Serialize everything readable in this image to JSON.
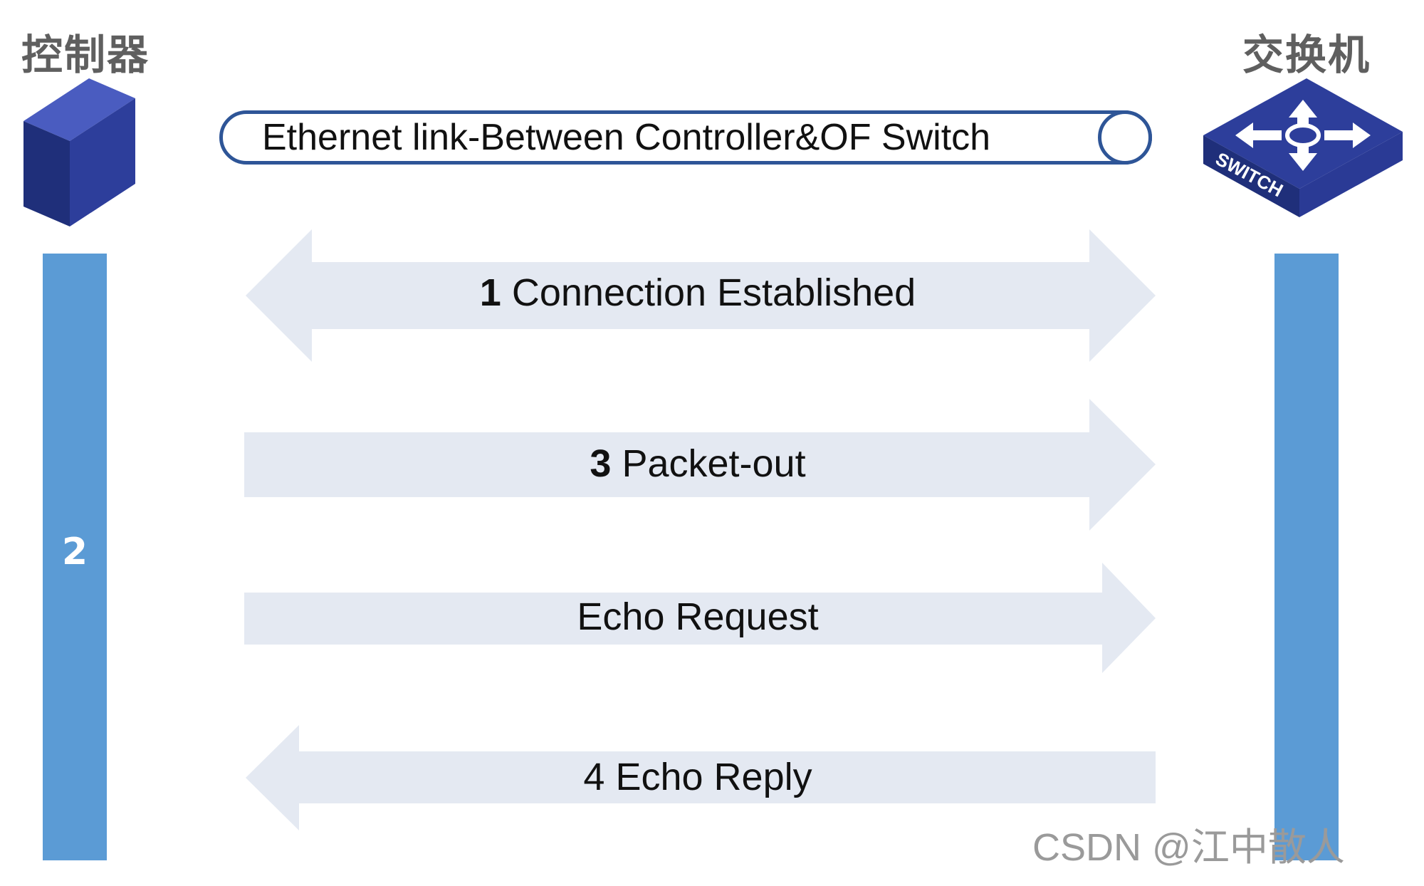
{
  "endpoints": {
    "controller": {
      "label": "控制器"
    },
    "switch": {
      "label": "交换机",
      "device_text": "SWITCH"
    }
  },
  "link": {
    "label": "Ethernet link-Between Controller&OF Switch"
  },
  "lifeline": {
    "controller_step": "2"
  },
  "messages": [
    {
      "num": "1",
      "text": "Connection Established",
      "direction": "both"
    },
    {
      "num": "3",
      "text": "Packet-out",
      "direction": "to-switch"
    },
    {
      "num": "",
      "text": "Echo Request",
      "direction": "to-switch"
    },
    {
      "num": "4",
      "text": "Echo Reply",
      "direction": "to-controller"
    }
  ],
  "watermark": "CSDN @江中散人",
  "colors": {
    "lifeline": "#5b9bd5",
    "arrow_fill": "#e4e9f2",
    "pill_border": "#2e5597",
    "device_dark": "#1f2f7a",
    "device_mid": "#2d3e9b",
    "device_light": "#4a5cc0"
  }
}
